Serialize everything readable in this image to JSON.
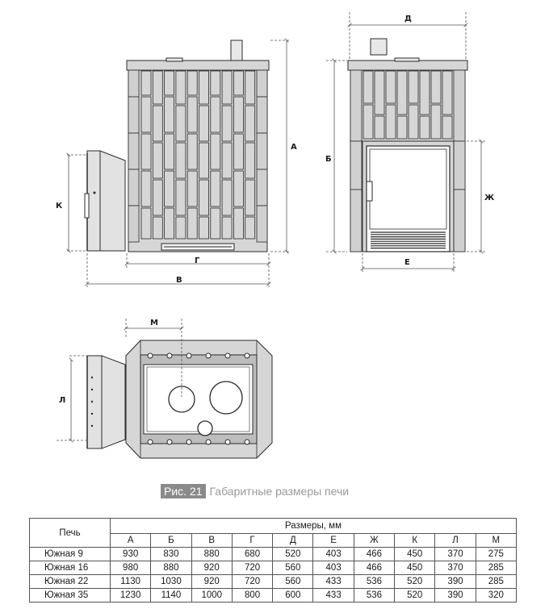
{
  "labels": {
    "A": "А",
    "B": "Б",
    "V": "В",
    "G": "Г",
    "D": "Д",
    "E": "Е",
    "ZH": "Ж",
    "K": "К",
    "L": "Л",
    "M": "М"
  },
  "caption": {
    "figure": "Рис. 21",
    "text": "Габаритные размеры печи"
  },
  "table": {
    "stove_header": "Печь",
    "group_header": "Размеры, мм",
    "columns": [
      "А",
      "Б",
      "В",
      "Г",
      "Д",
      "Е",
      "Ж",
      "К",
      "Л",
      "М"
    ],
    "rows": [
      {
        "name": "Южная 9",
        "values": [
          "930",
          "830",
          "880",
          "680",
          "520",
          "403",
          "466",
          "450",
          "370",
          "275"
        ]
      },
      {
        "name": "Южная 16",
        "values": [
          "980",
          "880",
          "920",
          "720",
          "560",
          "403",
          "466",
          "450",
          "370",
          "285"
        ]
      },
      {
        "name": "Южная 22",
        "values": [
          "1130",
          "1030",
          "920",
          "720",
          "560",
          "433",
          "536",
          "520",
          "390",
          "285"
        ]
      },
      {
        "name": "Южная 35",
        "values": [
          "1230",
          "1140",
          "1000",
          "800",
          "600",
          "433",
          "536",
          "520",
          "390",
          "320"
        ]
      }
    ]
  },
  "colors": {
    "stone": "#d6d6d6",
    "line": "#2a2a2a",
    "dim": "#555555",
    "caption_box": "#8a8a8a",
    "caption_text": "#9a9a9a"
  }
}
